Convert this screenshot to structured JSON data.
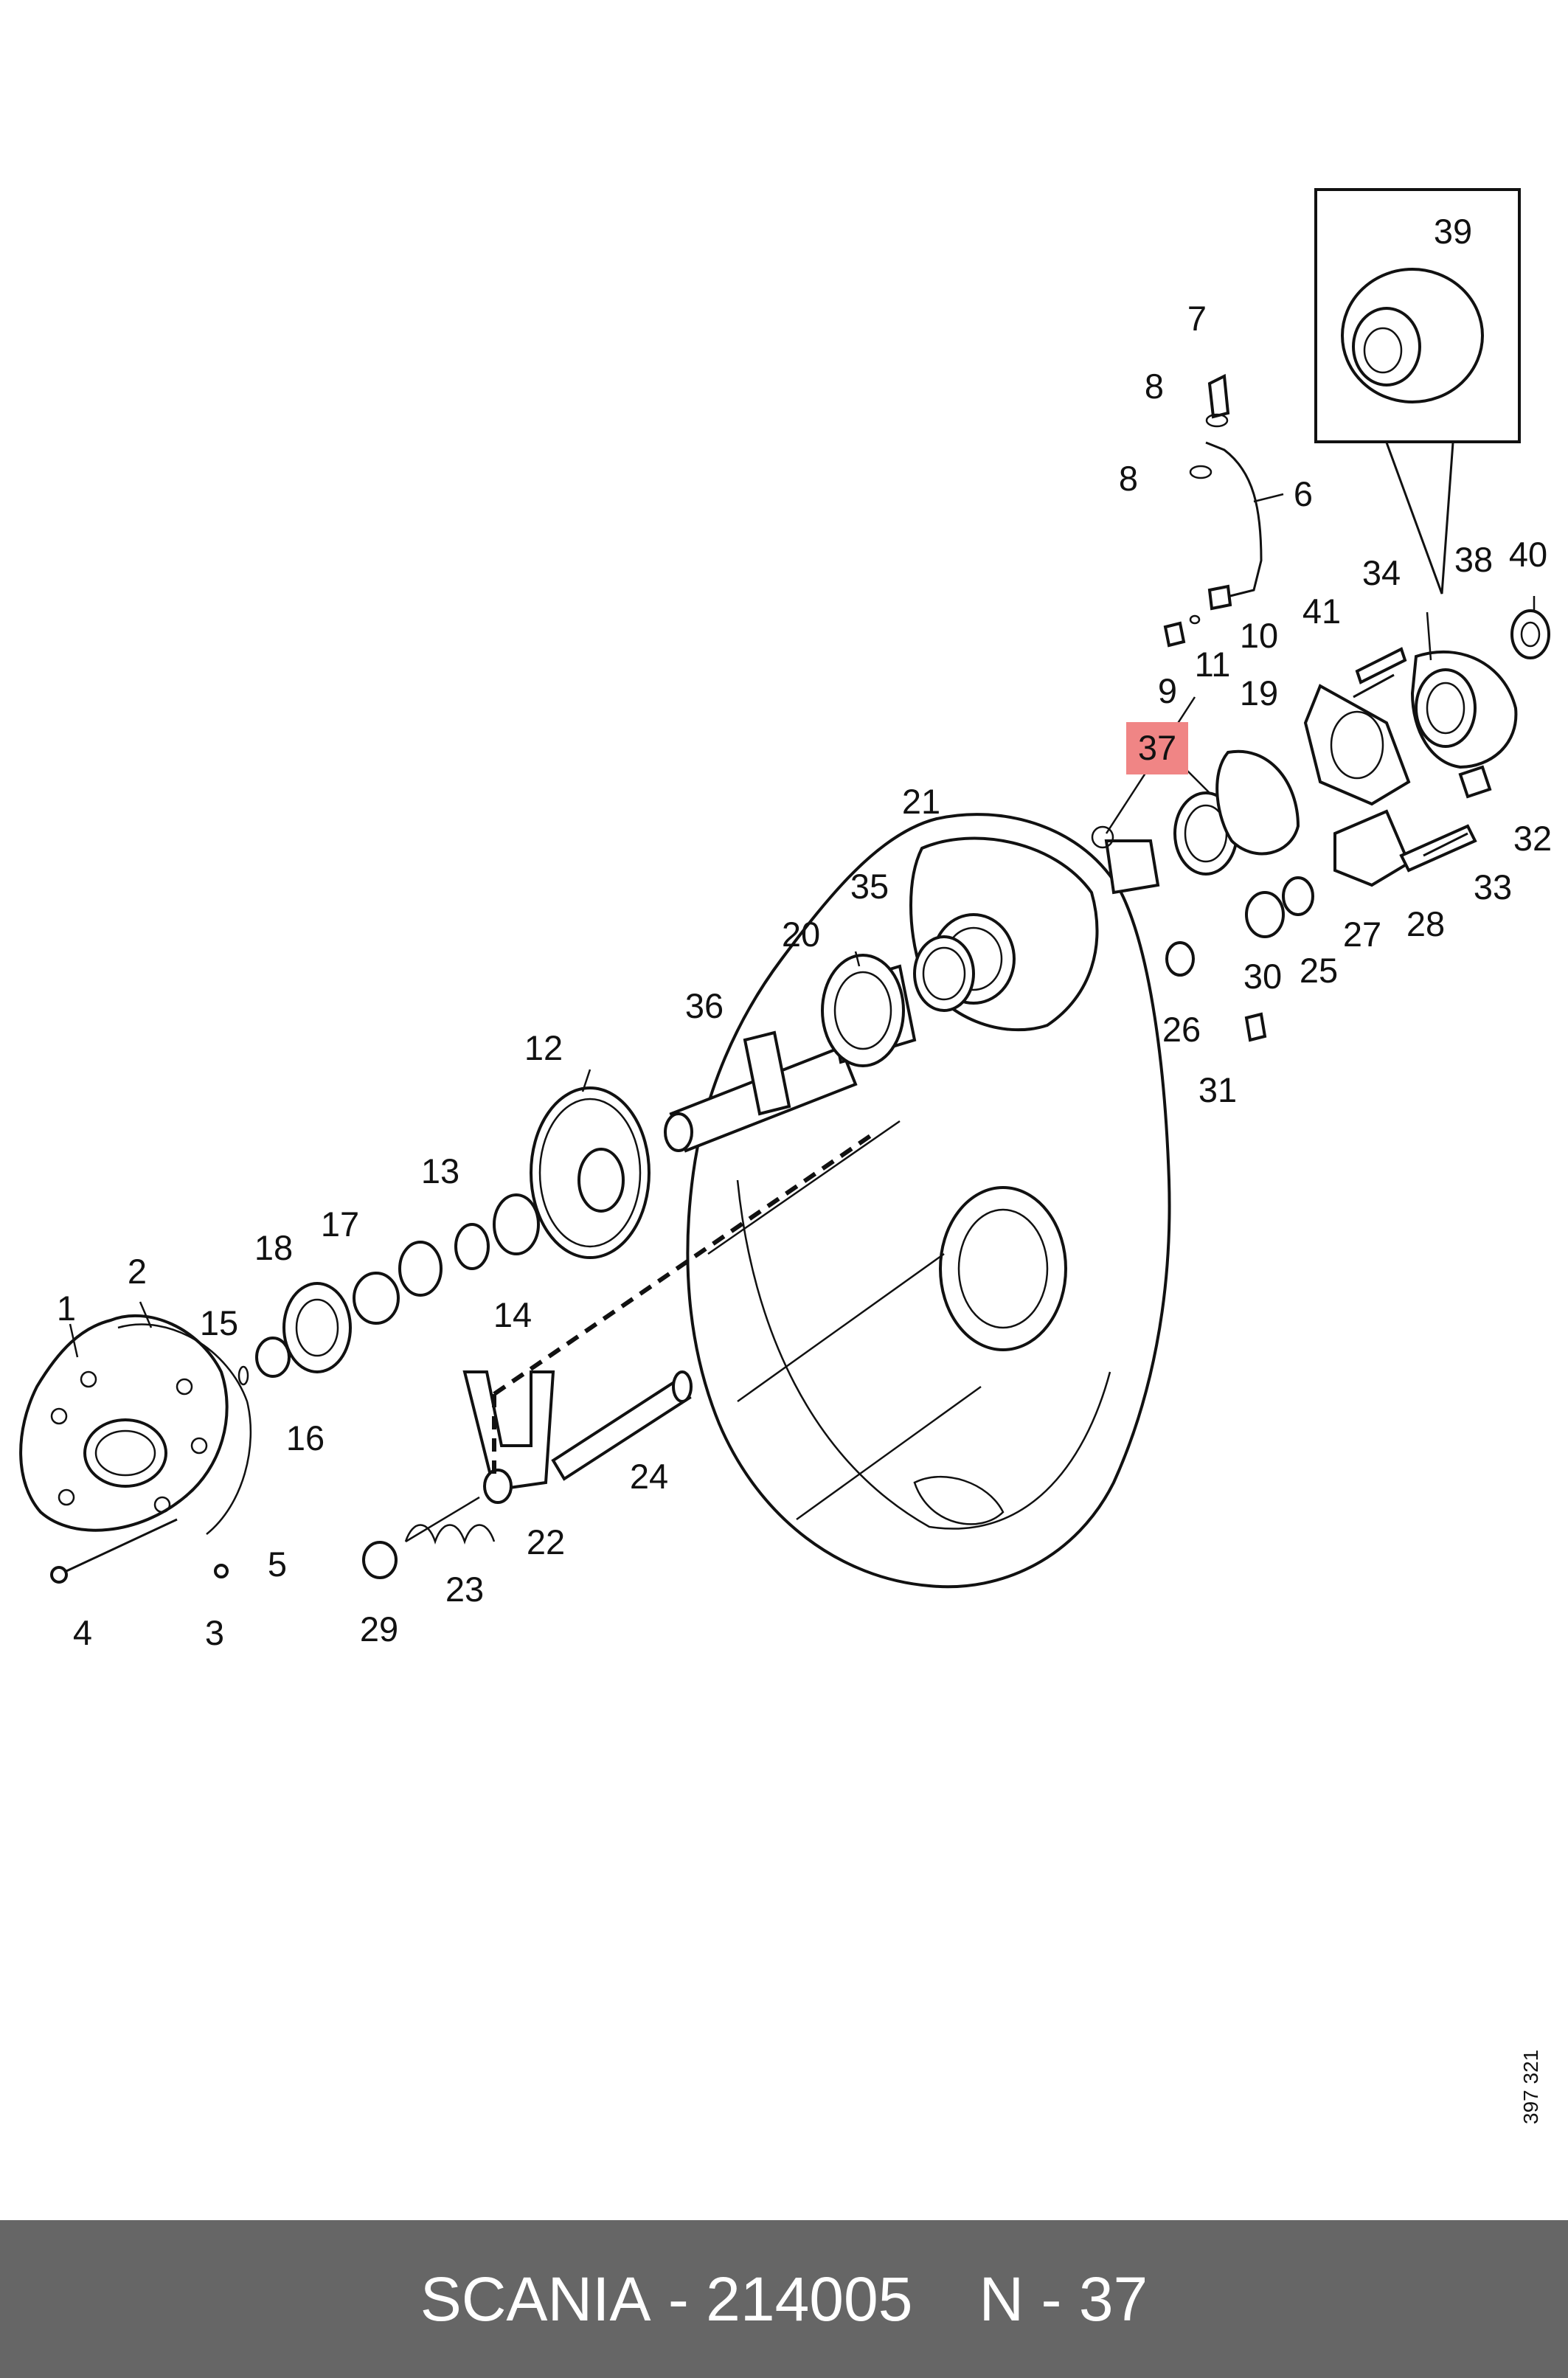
{
  "diagram": {
    "highlight_color": "#f08585",
    "document_number": "397 321",
    "callouts": [
      "1",
      "2",
      "3",
      "4",
      "5",
      "6",
      "7",
      "8",
      "8",
      "9",
      "10",
      "11",
      "12",
      "13",
      "14",
      "15",
      "16",
      "17",
      "18",
      "19",
      "20",
      "21",
      "22",
      "23",
      "24",
      "25",
      "26",
      "27",
      "28",
      "29",
      "30",
      "31",
      "32",
      "33",
      "34",
      "35",
      "36",
      "37",
      "38",
      "39",
      "40",
      "41"
    ],
    "highlighted_callout": "37"
  },
  "footer": {
    "brand": "SCANIA",
    "separator": "-",
    "part_number": "214005",
    "ref_prefix": "N",
    "ref_number": "37",
    "background": "#666666"
  }
}
